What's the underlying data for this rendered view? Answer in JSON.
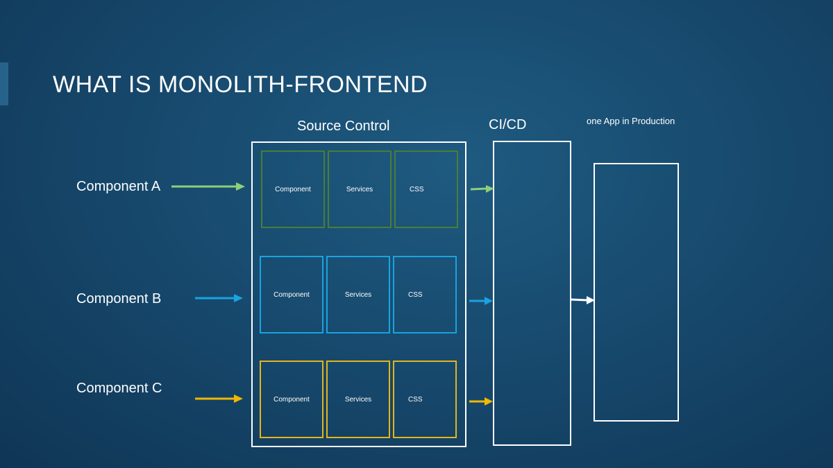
{
  "title": "WHAT IS MONOLITH-FRONTEND",
  "source_control_label": "Source Control",
  "cicd_label": "CI/CD",
  "production_label": "one App in Production",
  "components": [
    {
      "label": "Component A",
      "color": "#8fcf7a",
      "box_color": "#4a7d3a",
      "cells": [
        "Component",
        "Services",
        "CSS"
      ]
    },
    {
      "label": "Component B",
      "color": "#1aa3e0",
      "box_color": "#1aa3e0",
      "cells": [
        "Component",
        "Services",
        "CSS"
      ]
    },
    {
      "label": "Component C",
      "color": "#f2b705",
      "box_color": "#e5b51a",
      "cells": [
        "Component",
        "Services",
        "CSS"
      ]
    }
  ],
  "colors": {
    "background": "#174a6e",
    "outline": "#ffffff"
  }
}
